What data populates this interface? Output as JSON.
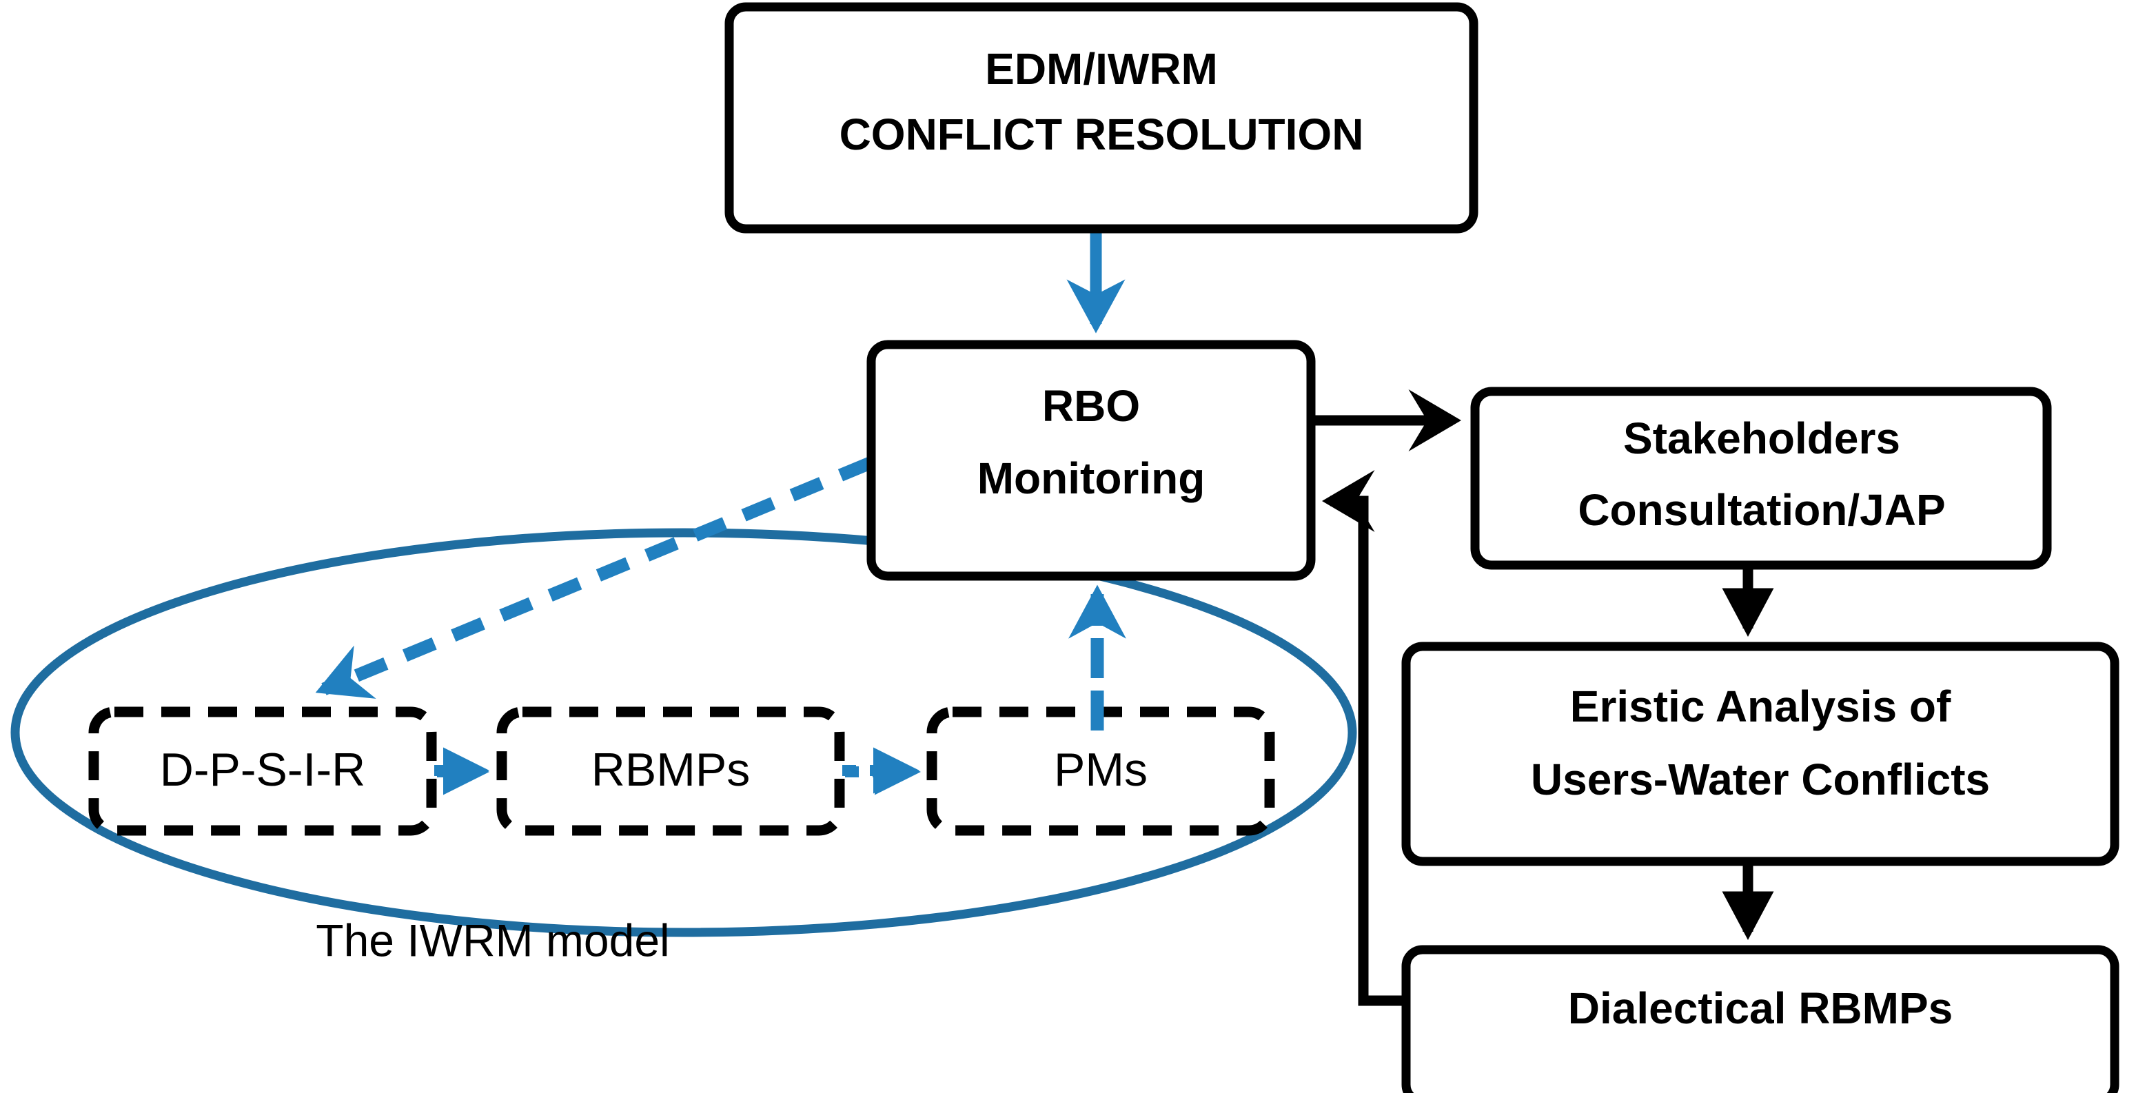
{
  "diagram": {
    "title": "EDM/IWRM conflict resolution workflow",
    "colors": {
      "arrow_blue": "#2180c0",
      "ellipse_blue": "#1f6da0",
      "line_black": "#000000",
      "background": "#ffffff"
    },
    "boxes": {
      "edm_iwrm": {
        "line1": "EDM/IWRM",
        "line2": "CONFLICT RESOLUTION"
      },
      "rbo_monitoring": {
        "line1": "RBO",
        "line2": "Monitoring"
      },
      "stakeholders": {
        "line1": "Stakeholders",
        "line2": "Consultation/JAP"
      },
      "eristic": {
        "line1": "Eristic  Analysis of",
        "line2": "Users-Water Conflicts"
      },
      "dialectical": {
        "line1": "Dialectical RBMPs"
      }
    },
    "iwrm_model": {
      "caption": "The IWRM model",
      "steps": [
        {
          "label": "D-P-S-I-R"
        },
        {
          "label": "RBMPs"
        },
        {
          "label": "PMs"
        }
      ]
    },
    "connectors": [
      {
        "name": "edm-to-rbo",
        "style": "solid-blue-arrow"
      },
      {
        "name": "rbo-to-stakeholders",
        "style": "solid-black-arrow"
      },
      {
        "name": "stakeholders-to-eristic",
        "style": "solid-black-arrow"
      },
      {
        "name": "eristic-to-dialectical",
        "style": "solid-black-arrow"
      },
      {
        "name": "dialectical-to-rbo-feedback",
        "style": "solid-black-arrow"
      },
      {
        "name": "rbo-to-dpsir",
        "style": "dashed-blue-arrow"
      },
      {
        "name": "dpsir-to-rbmps",
        "style": "dotted-blue-arrow"
      },
      {
        "name": "rbmps-to-pms",
        "style": "dotted-blue-arrow"
      },
      {
        "name": "pms-to-rbo",
        "style": "dashed-blue-arrow"
      }
    ]
  }
}
